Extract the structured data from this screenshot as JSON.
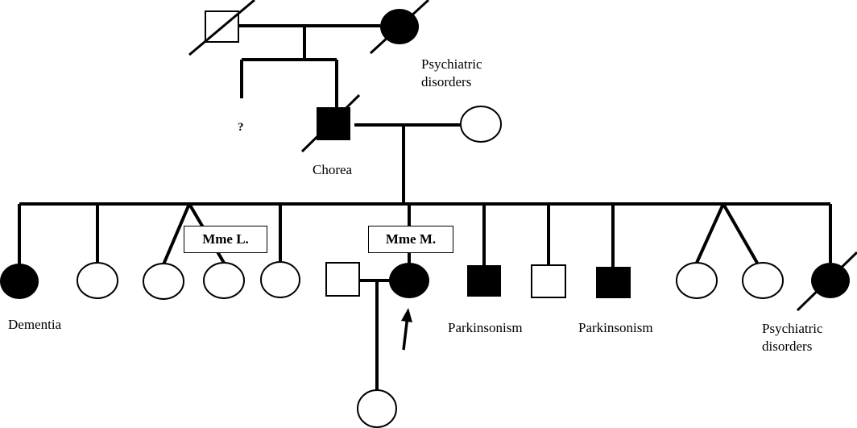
{
  "labels": {
    "gen1_wife": [
      "Psychiatric",
      "disorders"
    ],
    "unknown_sibling": "?",
    "father": "Chorea",
    "dementia": "Dementia",
    "parkinsonism_1": "Parkinsonism",
    "parkinsonism_2": "Parkinsonism",
    "last_sibling": [
      "Psychiatric",
      "disorders"
    ]
  },
  "name_boxes": {
    "mme_l": "Mme L.",
    "mme_m": "Mme M."
  },
  "colors": {
    "affected": "#000000",
    "unaffected": "#ffffff",
    "line": "#000000"
  }
}
